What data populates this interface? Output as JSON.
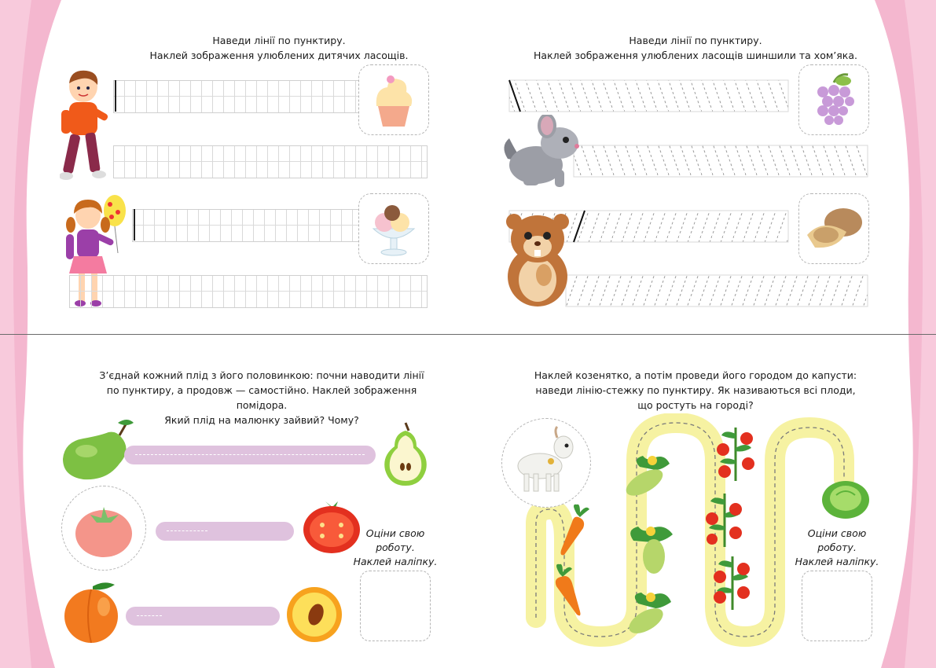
{
  "colors": {
    "curtain": "#f4b7cf",
    "lane": "#dfc2de",
    "path": "#f6f2a2",
    "divider": "#6b6b6b"
  },
  "top_left": {
    "instruction_line1": "Наведи лінії по пунктиру.",
    "instruction_line2": "Наклей зображення улюблених дитячих ласощів."
  },
  "top_right": {
    "instruction_line1": "Наведи лінії по пунктиру.",
    "instruction_line2": "Наклей зображення улюблених ласощів шиншили та хом’яка."
  },
  "bottom_left": {
    "instruction_line1": "З’єднай кожний плід з його половинкою: почни наводити лінії",
    "instruction_line2": "по пунктиру, а продовж — самостійно. Наклей зображення помідора.",
    "instruction_line3": "Який плід на малюнку зайвий? Чому?",
    "rate_line1": "Оціни свою",
    "rate_line2": "роботу.",
    "rate_line3": "Наклей наліпку."
  },
  "bottom_right": {
    "instruction_line1": "Наклей козенятко, а потім проведи його городом до капусти:",
    "instruction_line2": "наведи лінію-стежку по пунктиру. Як називаються всі плоди,",
    "instruction_line3": "що ростуть на городі?",
    "rate_line1": "Оціни свою",
    "rate_line2": "роботу.",
    "rate_line3": "Наклей наліпку."
  },
  "icons": [
    "boy-icon",
    "girl-with-balloon-icon",
    "cupcake-icon",
    "ice-cream-icon",
    "chinchilla-icon",
    "hamster-icon",
    "grapes-icon",
    "walnut-icon",
    "pear-icon",
    "pear-half-icon",
    "tomato-icon",
    "tomato-half-icon",
    "peach-icon",
    "peach-half-icon",
    "goat-icon",
    "carrot-icon",
    "zucchini-icon",
    "tomato-plant-icon",
    "cabbage-icon"
  ]
}
